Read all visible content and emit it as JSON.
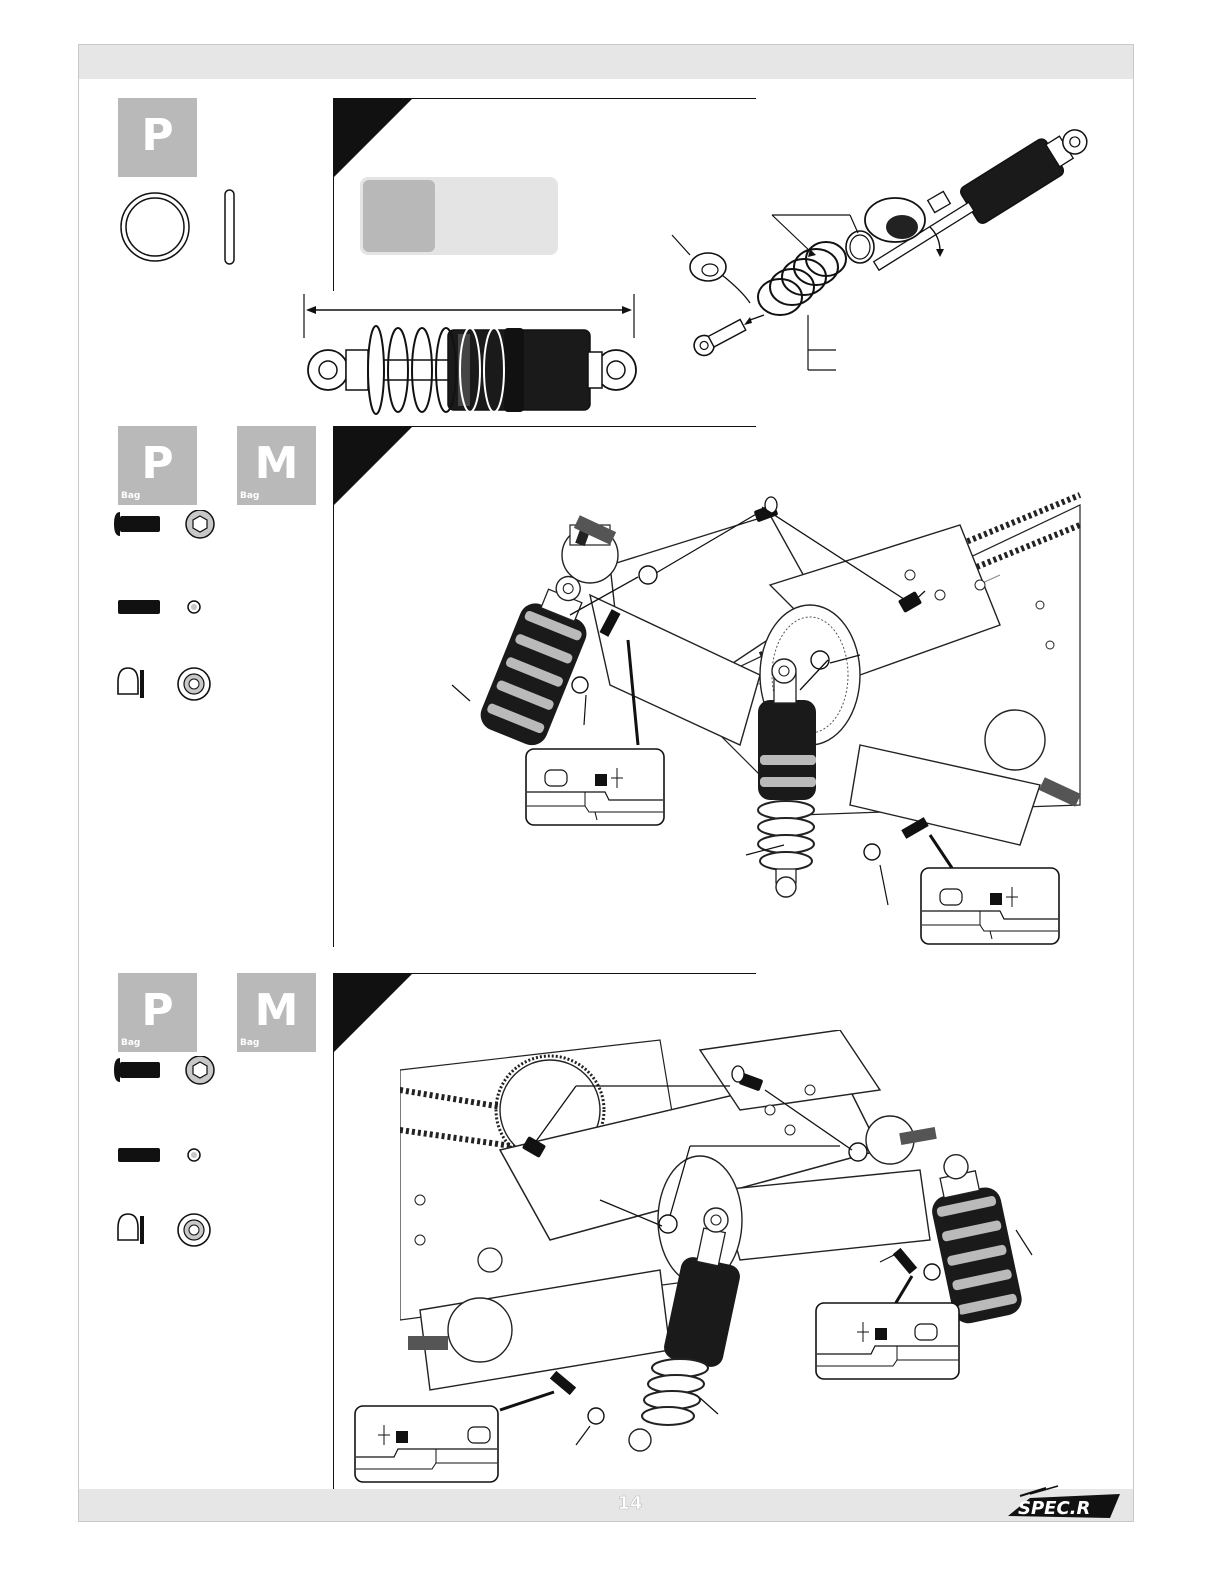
{
  "page": {
    "page_number": "14",
    "logo_text": "SPEC.R"
  },
  "bags": {
    "step1": {
      "letter": "P"
    },
    "step2": {
      "letters": [
        "P",
        "M"
      ],
      "bag_word": "Bag"
    },
    "step3": {
      "letters": [
        "P",
        "M"
      ],
      "bag_word": "Bag"
    }
  },
  "colors": {
    "bag_grey": "#b9b9b9",
    "bar_grey": "#e6e6e6",
    "ink": "#111111"
  },
  "icons": [
    "o-ring-icon",
    "pin-icon",
    "button-screw-icon",
    "washer-icon",
    "set-screw-icon",
    "small-washer-icon",
    "ball-end-icon",
    "ball-washer-icon"
  ]
}
